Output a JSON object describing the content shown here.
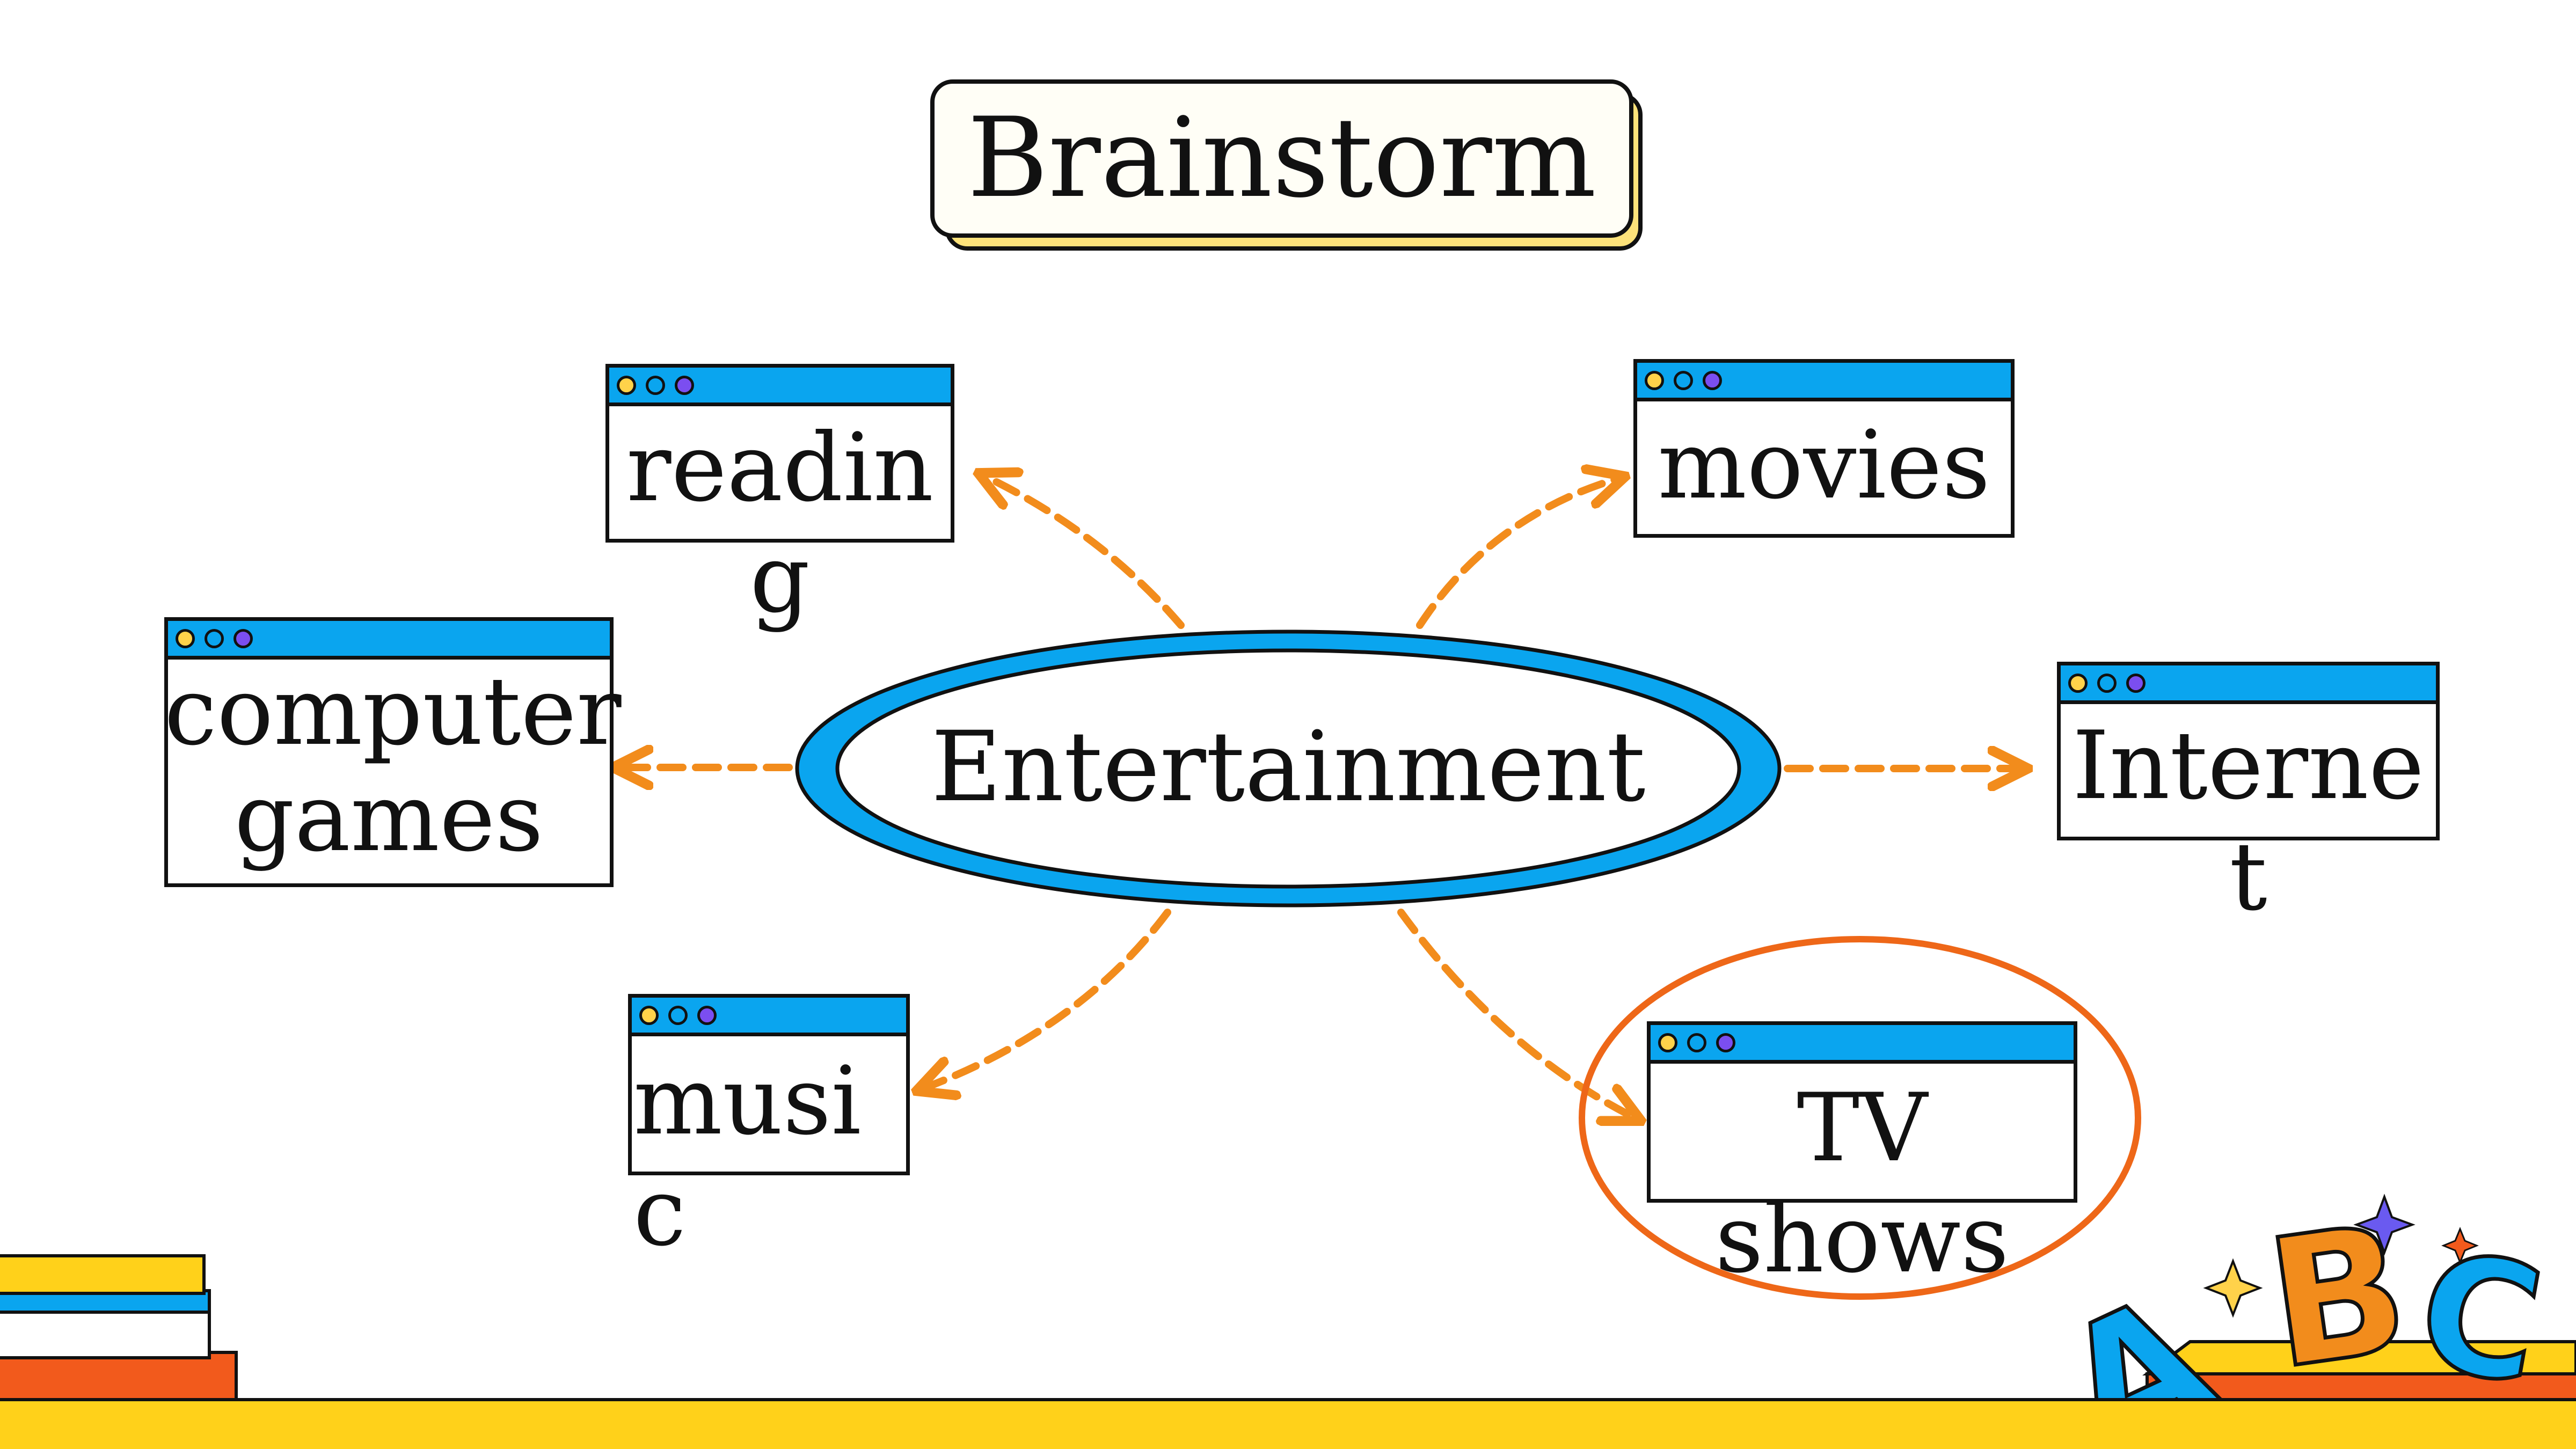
{
  "title": "Brainstorm",
  "center": "Entertainment",
  "nodes": {
    "reading": "readin\ng",
    "movies": "movies",
    "computer_games": "computer\ngames",
    "internet": "Interne\nt",
    "music": "musi\nc",
    "tv_shows": "TV\nshows"
  },
  "decor": {
    "letters": [
      "A",
      "B",
      "C"
    ]
  },
  "colors": {
    "window_bar": "#0aa5ef",
    "arrow": "#f28c1c",
    "highlight_circle": "#ee6718",
    "ellipse_ring": "#0aa5ef",
    "strip": "#ffd11a"
  }
}
